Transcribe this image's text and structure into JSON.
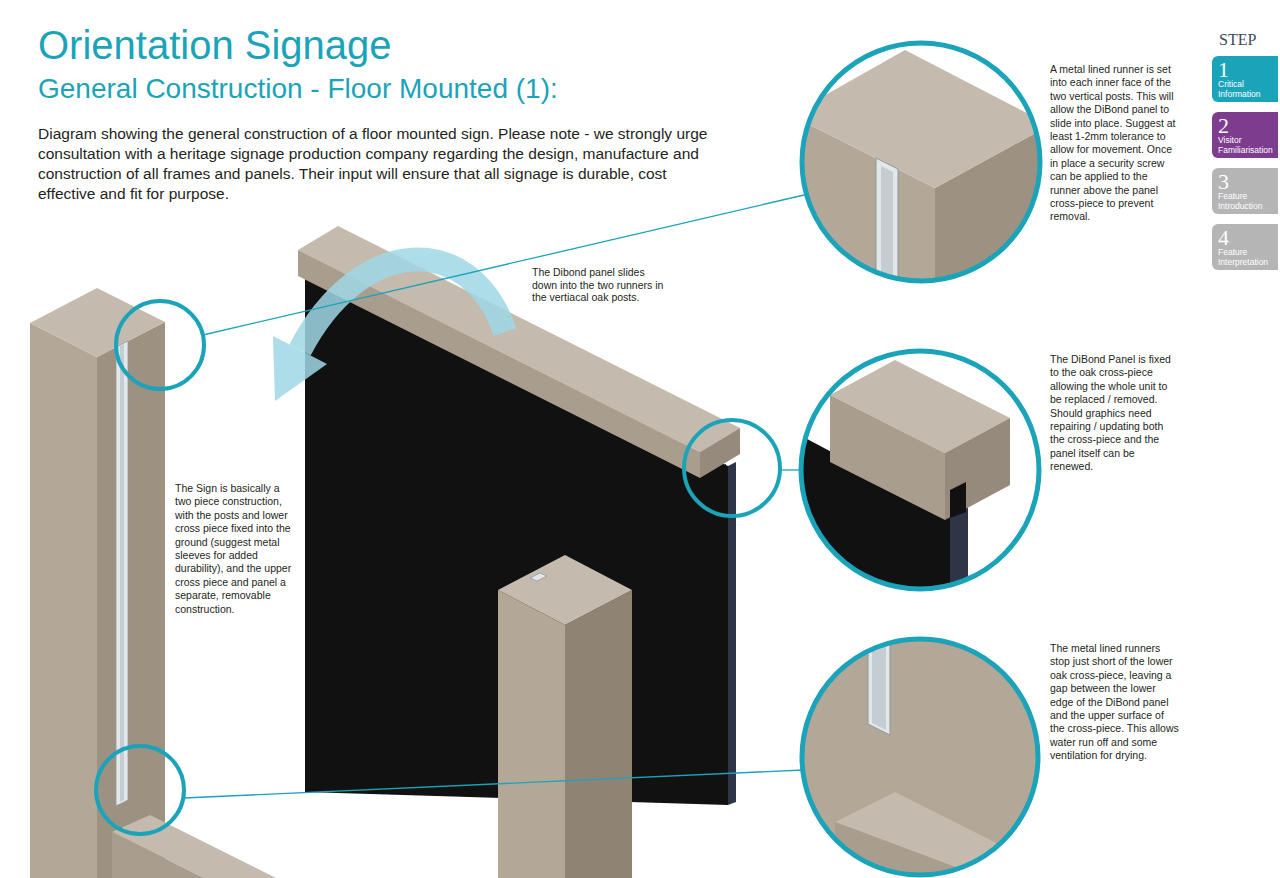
{
  "diagram": {
    "title": "Orientation Signage",
    "nodes": [
      {
        "text": [
          "1",
          "Critical Information"
        ]
      },
      {
        "text": [
          "2",
          "Visitor Familiarisation"
        ]
      },
      {
        "text": [
          "3",
          "Feature Introduction"
        ]
      },
      {
        "text": [
          "4",
          "Feature Interpretation"
        ]
      }
    ],
    "labels": [
      "General Construction - Floor Mounted (1):",
      "Diagram showing the general construction of a floor mounted sign. Please note - we strongly urge consultation with a heritage signage production company regarding the design, manufacture and construction of all frames and panels. Their input will ensure that all signage is durable, cost effective and fit for purpose.",
      "STEP",
      "The Dibond panel slides down into the two runners in the vertiacal oak posts.",
      "The Sign is basically a two piece construction, with the posts and lower cross piece fixed into the ground (suggest metal sleeves for added durability), and the upper cross piece and panel a separate, removable construction.",
      "A metal lined runner is set into each inner face of the two vertical posts. This will allow the DiBond panel to slide into place. Suggest at least 1-2mm tolerance to allow for movement. Once in place a security screw can be applied to the runner above the panel cross-piece to prevent removal.",
      "The DiBond Panel is fixed to the oak cross-piece allowing the whole unit to be replaced / removed. Should graphics need repairing / updating both the cross-piece and the panel itself can be renewed.",
      "The metal lined runners stop just short of the lower oak cross-piece, leaving a gap between the lower edge of the DiBond panel and the upper surface of the cross-piece. This allows water run off and some ventilation for drying."
    ]
  }
}
